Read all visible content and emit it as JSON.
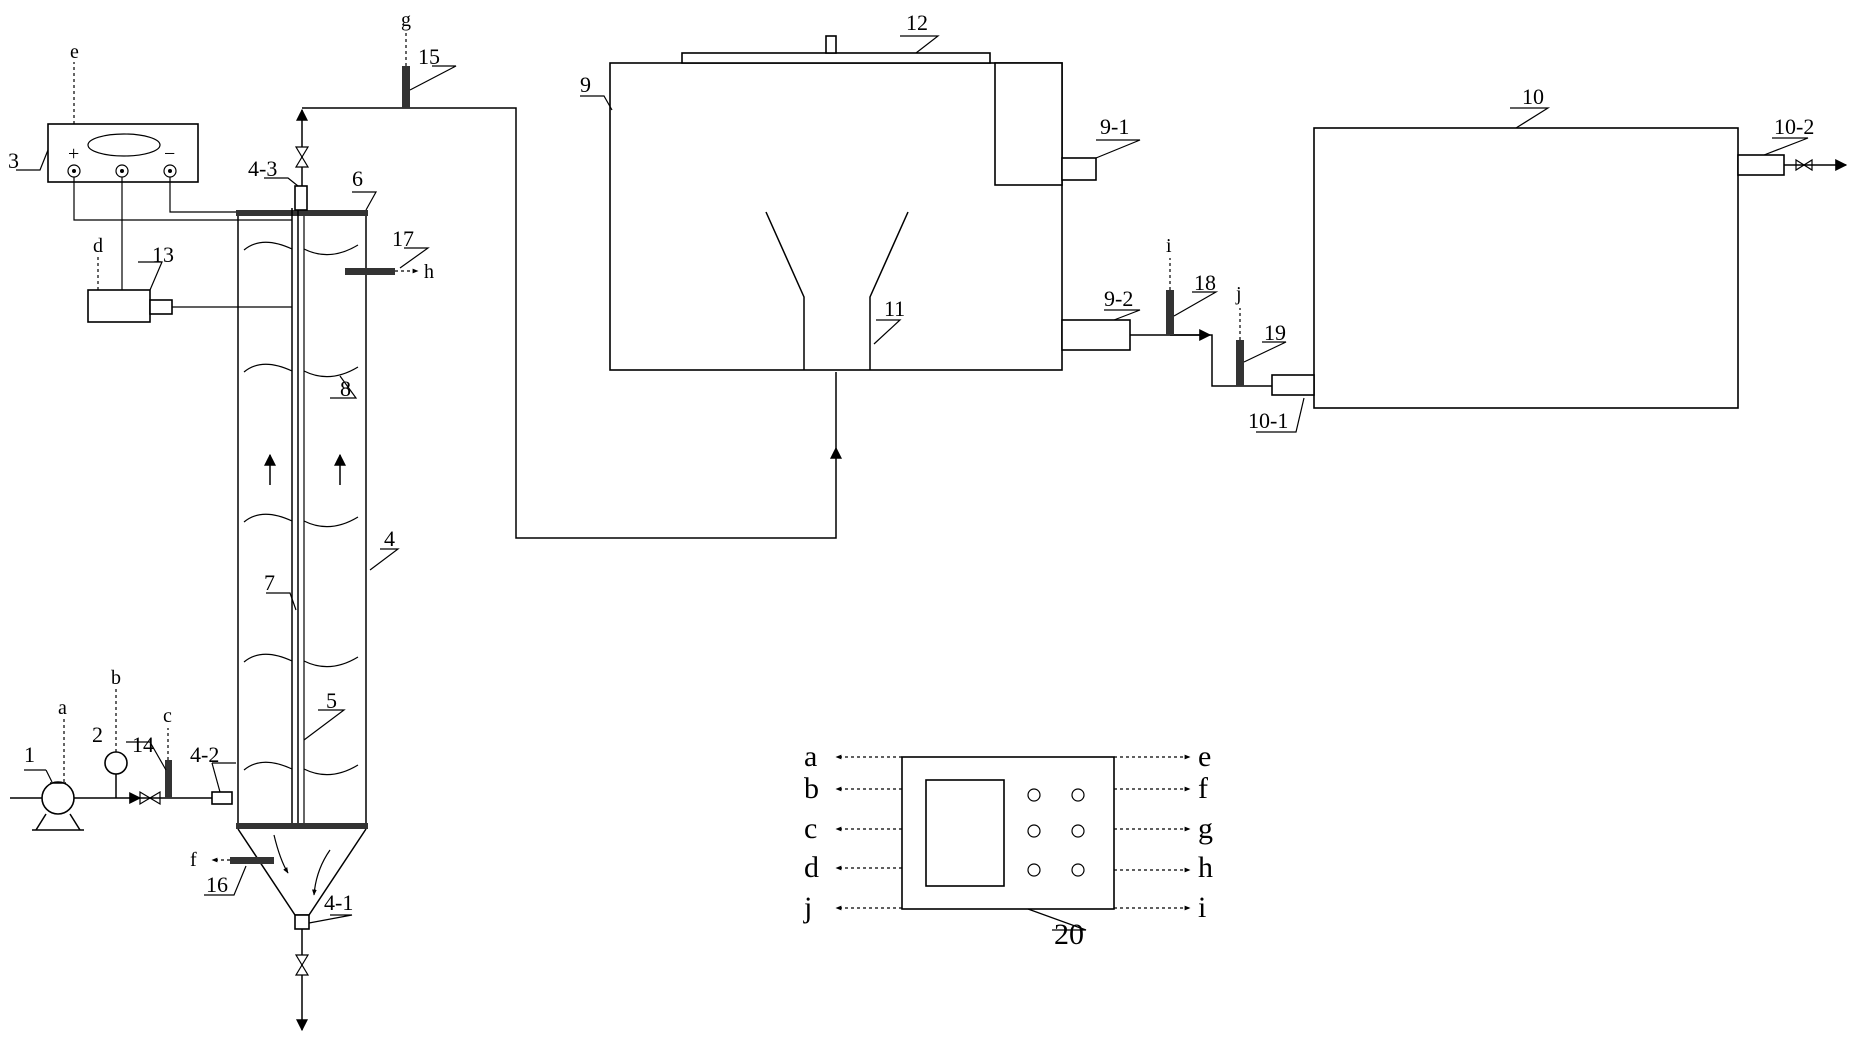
{
  "labels": {
    "n1": "1",
    "n2": "2",
    "n3": "3",
    "n4": "4",
    "n4_1": "4-1",
    "n4_2": "4-2",
    "n4_3": "4-3",
    "n5": "5",
    "n6": "6",
    "n7": "7",
    "n8": "8",
    "n9": "9",
    "n9_1": "9-1",
    "n9_2": "9-2",
    "n10": "10",
    "n10_1": "10-1",
    "n10_2": "10-2",
    "n11": "11",
    "n12": "12",
    "n13": "13",
    "n14": "14",
    "n15": "15",
    "n16": "16",
    "n17": "17",
    "n18": "18",
    "n19": "19",
    "n20": "20"
  },
  "signals": {
    "a": "a",
    "b": "b",
    "c": "c",
    "d": "d",
    "e": "e",
    "f": "f",
    "g": "g",
    "h": "h",
    "i": "i",
    "j": "j"
  },
  "power_supply": {
    "plus": "+",
    "minus": "−"
  },
  "controller": {
    "left_ports": [
      "a",
      "b",
      "c",
      "d",
      "j"
    ],
    "right_ports": [
      "e",
      "f",
      "g",
      "h",
      "i"
    ]
  }
}
